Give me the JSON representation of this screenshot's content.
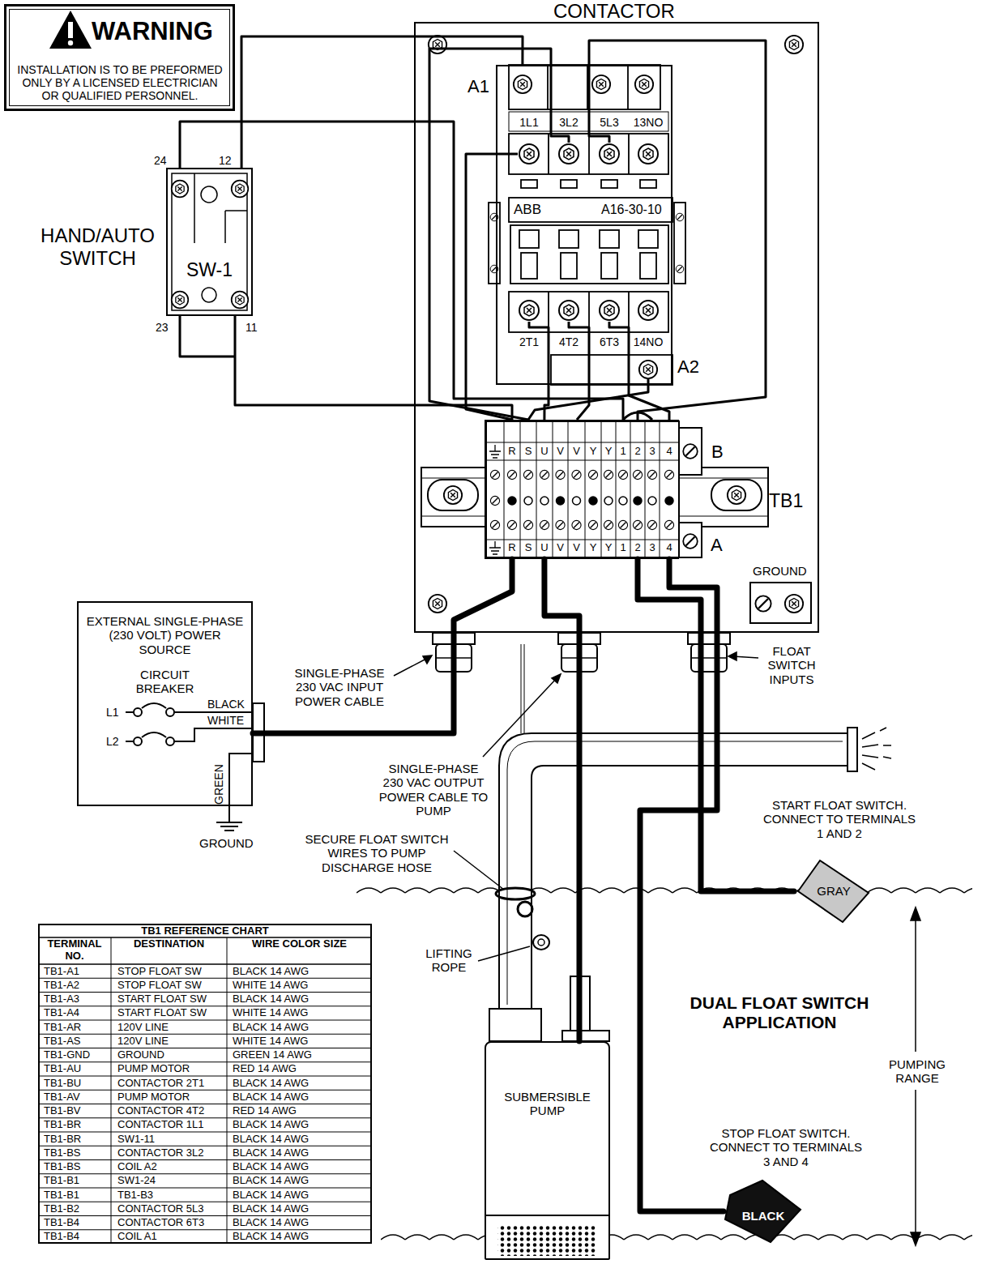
{
  "diagram": {
    "nodes": [
      {
        "text": [
          "WARNING",
          "INSTALLATION IS TO BE PREFORMED ONLY BY A LICENSED ELECTRICIAN OR QUALIFIED PERSONNEL."
        ]
      },
      {
        "text": [
          "CONTACTOR"
        ]
      },
      {
        "text": [
          "HAND/AUTO SWITCH",
          "SW-1"
        ]
      },
      {
        "text": [
          "TB1"
        ]
      },
      {
        "text": [
          "GROUND"
        ]
      },
      {
        "text": [
          "EXTERNAL SINGLE-PHASE (230 VOLT) POWER SOURCE",
          "CIRCUIT BREAKER"
        ]
      },
      {
        "text": [
          "GRAY"
        ]
      },
      {
        "text": [
          "TB1 REFERENCE CHART"
        ]
      },
      {
        "text": [
          "SUBMERSIBLE PUMP"
        ]
      },
      {
        "text": [
          "BLACK"
        ]
      }
    ],
    "edges": [
      {
        "from": 2,
        "to": 1,
        "arrow": "none"
      },
      {
        "from": 2,
        "to": 3,
        "arrow": "none"
      },
      {
        "from": 1,
        "to": 3,
        "arrow": "none"
      },
      {
        "from": 5,
        "to": 3,
        "arrow": "none"
      },
      {
        "from": 3,
        "to": 8,
        "arrow": "none"
      },
      {
        "from": 3,
        "to": 6,
        "arrow": "none"
      },
      {
        "from": 3,
        "to": 9,
        "arrow": "none"
      }
    ],
    "labels": [
      "24",
      "12",
      "23",
      "11",
      "A1",
      "1L1",
      "3L2",
      "5L3",
      "13NO",
      "ABB",
      "A16-30-10",
      "2T1",
      "4T2",
      "6T3",
      "14NO",
      "A2",
      "R",
      "S",
      "U",
      "V",
      "V",
      "Y",
      "Y",
      "1",
      "2",
      "3",
      "4",
      "R",
      "S",
      "U",
      "V",
      "V",
      "Y",
      "Y",
      "1",
      "2",
      "3",
      "4",
      "B",
      "A",
      "L1",
      "L2",
      "BLACK",
      "WHITE",
      "GREEN",
      "GROUND",
      "SINGLE-PHASE 230 VAC INPUT POWER CABLE",
      "FLOAT SWITCH INPUTS",
      "SINGLE-PHASE 230 VAC OUTPUT POWER CABLE TO PUMP",
      "START FLOAT SWITCH. CONNECT TO TERMINALS 1 AND 2",
      "SECURE FLOAT SWITCH WIRES TO PUMP DISCHARGE HOSE",
      "LIFTING ROPE",
      "DUAL FLOAT SWITCH APPLICATION",
      "PUMPING RANGE",
      "STOP FLOAT SWITCH. CONNECT TO TERMINALS 3 AND 4",
      "TERMINAL NO.",
      "DESTINATION",
      "WIRE COLOR SIZE",
      "TB1-A1",
      "STOP FLOAT SW",
      "BLACK 14 AWG",
      "TB1-A2",
      "STOP FLOAT SW",
      "WHITE 14 AWG",
      "TB1-A3",
      "START FLOAT SW",
      "BLACK 14 AWG",
      "TB1-A4",
      "START FLOAT SW",
      "WHITE 14 AWG",
      "TB1-AR",
      "120V LINE",
      "BLACK 14 AWG",
      "TB1-AS",
      "120V LINE",
      "WHITE 14 AWG",
      "TB1-GND",
      "GROUND",
      "GREEN 14 AWG",
      "TB1-AU",
      "PUMP MOTOR",
      "RED 14 AWG",
      "TB1-BU",
      "CONTACTOR 2T1",
      "BLACK 14 AWG",
      "TB1-AV",
      "PUMP MOTOR",
      "BLACK 14 AWG",
      "TB1-BV",
      "CONTACTOR 4T2",
      "RED 14 AWG",
      "TB1-BR",
      "CONTACTOR 1L1",
      "BLACK 14 AWG",
      "TB1-BR",
      "SW1-11",
      "BLACK 14 AWG",
      "TB1-BS",
      "CONTACTOR 3L2",
      "BLACK 14 AWG",
      "TB1-BS",
      "COIL A2",
      "BLACK 14 AWG",
      "TB1-B1",
      "SW1-24",
      "BLACK 14 AWG",
      "TB1-B1",
      "TB1-B3",
      "BLACK 14 AWG",
      "TB1-B2",
      "CONTACTOR 5L3",
      "BLACK 14 AWG",
      "TB1-B4",
      "CONTACTOR 6T3",
      "BLACK 14 AWG",
      "TB1-B4",
      "COIL A1",
      "BLACK 14 AWG"
    ]
  }
}
